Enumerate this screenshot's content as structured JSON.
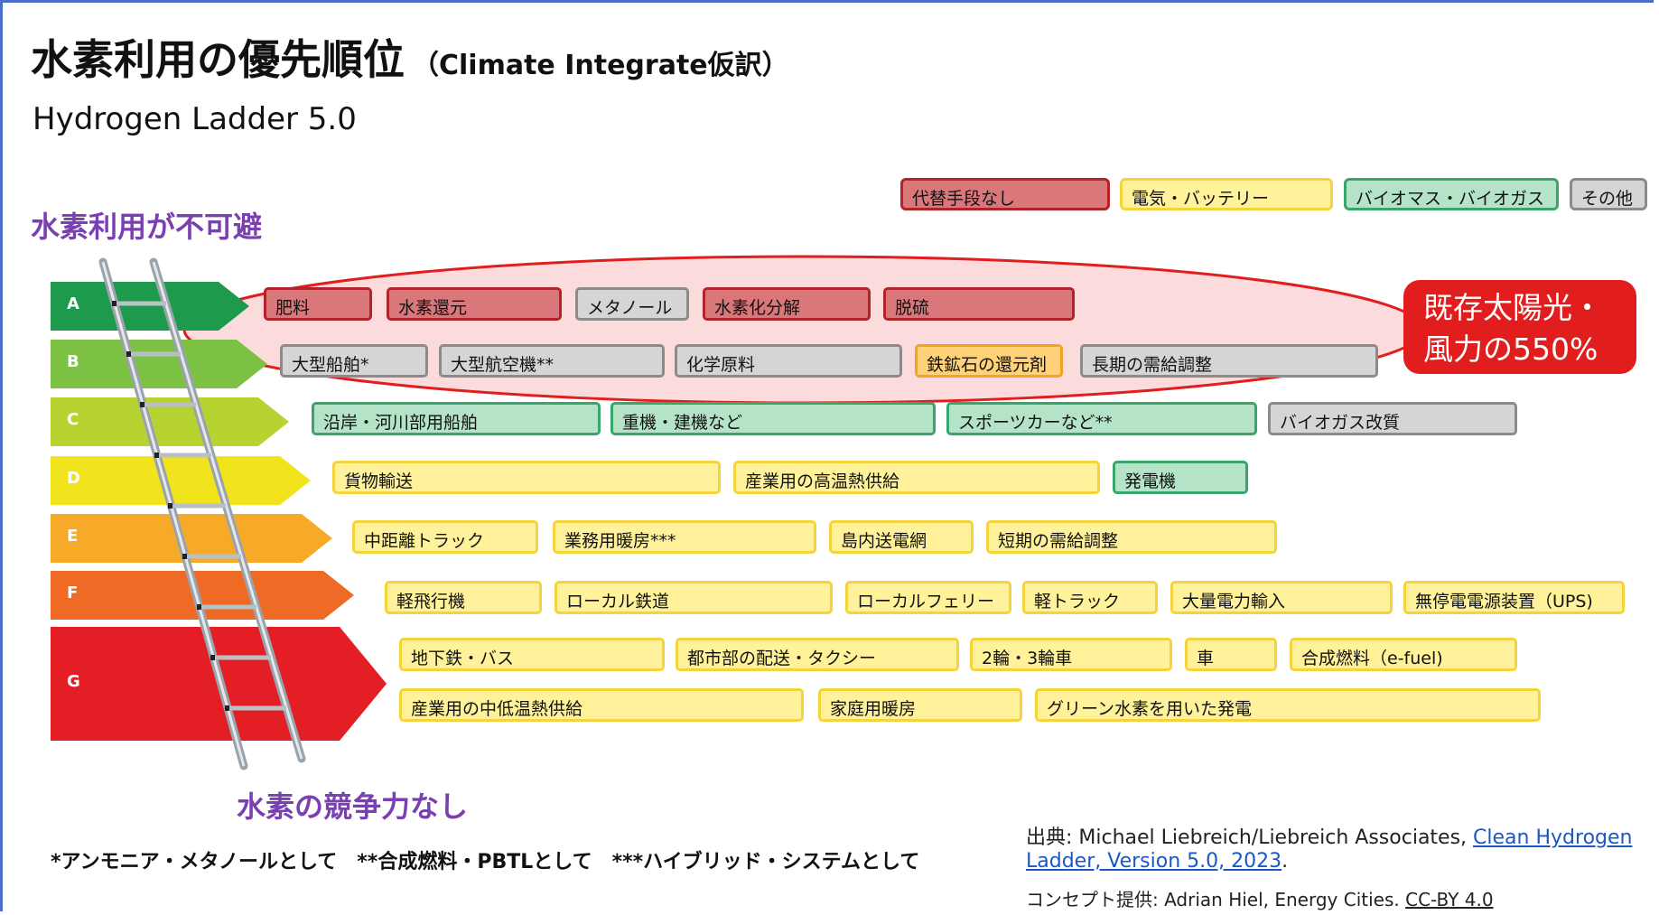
{
  "title": "水素利用の優先順位",
  "title_note": "（Climate Integrate仮訳）",
  "subtitle": "Hydrogen Ladder 5.0",
  "top_label": "水素利用が不可避",
  "bottom_label": "水素の競争力なし",
  "legend": [
    {
      "label": "代替手段なし",
      "category": "red"
    },
    {
      "label": "電気・バッテリー",
      "category": "yellow"
    },
    {
      "label": "バイオマス・バイオガス",
      "category": "green"
    },
    {
      "label": "その他",
      "category": "gray"
    }
  ],
  "rungs": [
    {
      "letter": "A",
      "color": "#1e9a4c"
    },
    {
      "letter": "B",
      "color": "#7cc143"
    },
    {
      "letter": "C",
      "color": "#b7d332"
    },
    {
      "letter": "D",
      "color": "#f2e41c"
    },
    {
      "letter": "E",
      "color": "#f7a928"
    },
    {
      "letter": "F",
      "color": "#ee6a25"
    },
    {
      "letter": "G",
      "color": "#e31e25"
    }
  ],
  "items": [
    {
      "label": "肥料",
      "category": "red"
    },
    {
      "label": "水素還元",
      "category": "red"
    },
    {
      "label": "メタノール",
      "category": "gray"
    },
    {
      "label": "水素化分解",
      "category": "red"
    },
    {
      "label": "脱硫",
      "category": "red"
    },
    {
      "label": "大型船舶*",
      "category": "gray"
    },
    {
      "label": "大型航空機**",
      "category": "gray"
    },
    {
      "label": "化学原料",
      "category": "gray"
    },
    {
      "label": "鉄鉱石の還元剤",
      "category": "orange"
    },
    {
      "label": "長期の需給調整",
      "category": "gray"
    },
    {
      "label": "沿岸・河川部用船舶",
      "category": "green"
    },
    {
      "label": "重機・建機など",
      "category": "green"
    },
    {
      "label": "スポーツカーなど**",
      "category": "green"
    },
    {
      "label": "バイオガス改質",
      "category": "gray"
    },
    {
      "label": "貨物輸送",
      "category": "yellow"
    },
    {
      "label": "産業用の高温熱供給",
      "category": "yellow"
    },
    {
      "label": "発電機",
      "category": "green"
    },
    {
      "label": "中距離トラック",
      "category": "yellow"
    },
    {
      "label": "業務用暖房***",
      "category": "yellow"
    },
    {
      "label": "島内送電網",
      "category": "yellow"
    },
    {
      "label": "短期の需給調整",
      "category": "yellow"
    },
    {
      "label": "軽飛行機",
      "category": "yellow"
    },
    {
      "label": "ローカル鉄道",
      "category": "yellow"
    },
    {
      "label": "ローカルフェリー",
      "category": "yellow"
    },
    {
      "label": "軽トラック",
      "category": "yellow"
    },
    {
      "label": "大量電力輸入",
      "category": "yellow"
    },
    {
      "label": "無停電電源装置（UPS)",
      "category": "yellow"
    },
    {
      "label": "地下鉄・バス",
      "category": "yellow"
    },
    {
      "label": "都市部の配送・タクシー",
      "category": "yellow"
    },
    {
      "label": "2輪・3輪車",
      "category": "yellow"
    },
    {
      "label": "車",
      "category": "yellow"
    },
    {
      "label": "合成燃料（e-fuel)",
      "category": "yellow"
    },
    {
      "label": "産業用の中低温熱供給",
      "category": "yellow"
    },
    {
      "label": "家庭用暖房",
      "category": "yellow"
    },
    {
      "label": "グリーン水素を用いた発電",
      "category": "yellow"
    }
  ],
  "callout": {
    "line1": "既存太陽光・",
    "line2": "風力の550%"
  },
  "footnote": "*アンモニア・メタノールとして　**合成燃料・PBTLとして　***ハイブリッド・システムとして",
  "source": {
    "prefix": "出典: Michael Liebreich/Liebreich Associates, ",
    "link": "Clean Hydrogen Ladder, Version 5.0, 2023",
    "suffix": "."
  },
  "concept": {
    "prefix": "コンセプト提供: Adrian Hiel, Energy Cities. ",
    "link": "CC-BY 4.0"
  }
}
